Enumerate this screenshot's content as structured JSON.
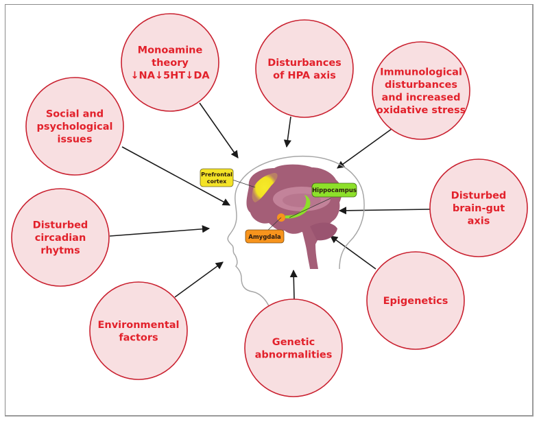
{
  "title": "Factors contributing to depression",
  "colors": {
    "circle_fill": "#f8dfe1",
    "circle_stroke": "#c9202f",
    "circle_text": "#e2212b",
    "arrow": "#1a1a1a",
    "brain": "#a45e77",
    "brain_inner": "#c98aa0",
    "prefrontal": "#f1e222",
    "hippocampus": "#8de02a",
    "amygdala": "#f7941d",
    "head_outline": "#a0a0a0"
  },
  "factors": [
    {
      "id": "monoamine",
      "lines": [
        "Monoamine",
        "theory",
        "↓NA↓5HT↓DA"
      ]
    },
    {
      "id": "hpa",
      "lines": [
        "Disturbances",
        "of HPA axis"
      ]
    },
    {
      "id": "immunological",
      "lines": [
        "Immunological",
        "disturbances",
        "and increased",
        "oxidative stress"
      ]
    },
    {
      "id": "social",
      "lines": [
        "Social and",
        "psychological",
        "issues"
      ]
    },
    {
      "id": "brain-gut",
      "lines": [
        "Disturbed",
        "brain-gut",
        "axis"
      ]
    },
    {
      "id": "circadian",
      "lines": [
        "Disturbed",
        "circadian",
        "rhytms"
      ]
    },
    {
      "id": "epigenetics",
      "lines": [
        "Epigenetics"
      ]
    },
    {
      "id": "environmental",
      "lines": [
        "Environmental",
        "factors"
      ]
    },
    {
      "id": "genetic",
      "lines": [
        "Genetic",
        "abnormalities"
      ]
    }
  ],
  "brain_labels": {
    "prefrontal": [
      "Prefrontal",
      "cortex"
    ],
    "hippocampus": [
      "Hippocampus"
    ],
    "amygdala": [
      "Amygdala"
    ]
  }
}
